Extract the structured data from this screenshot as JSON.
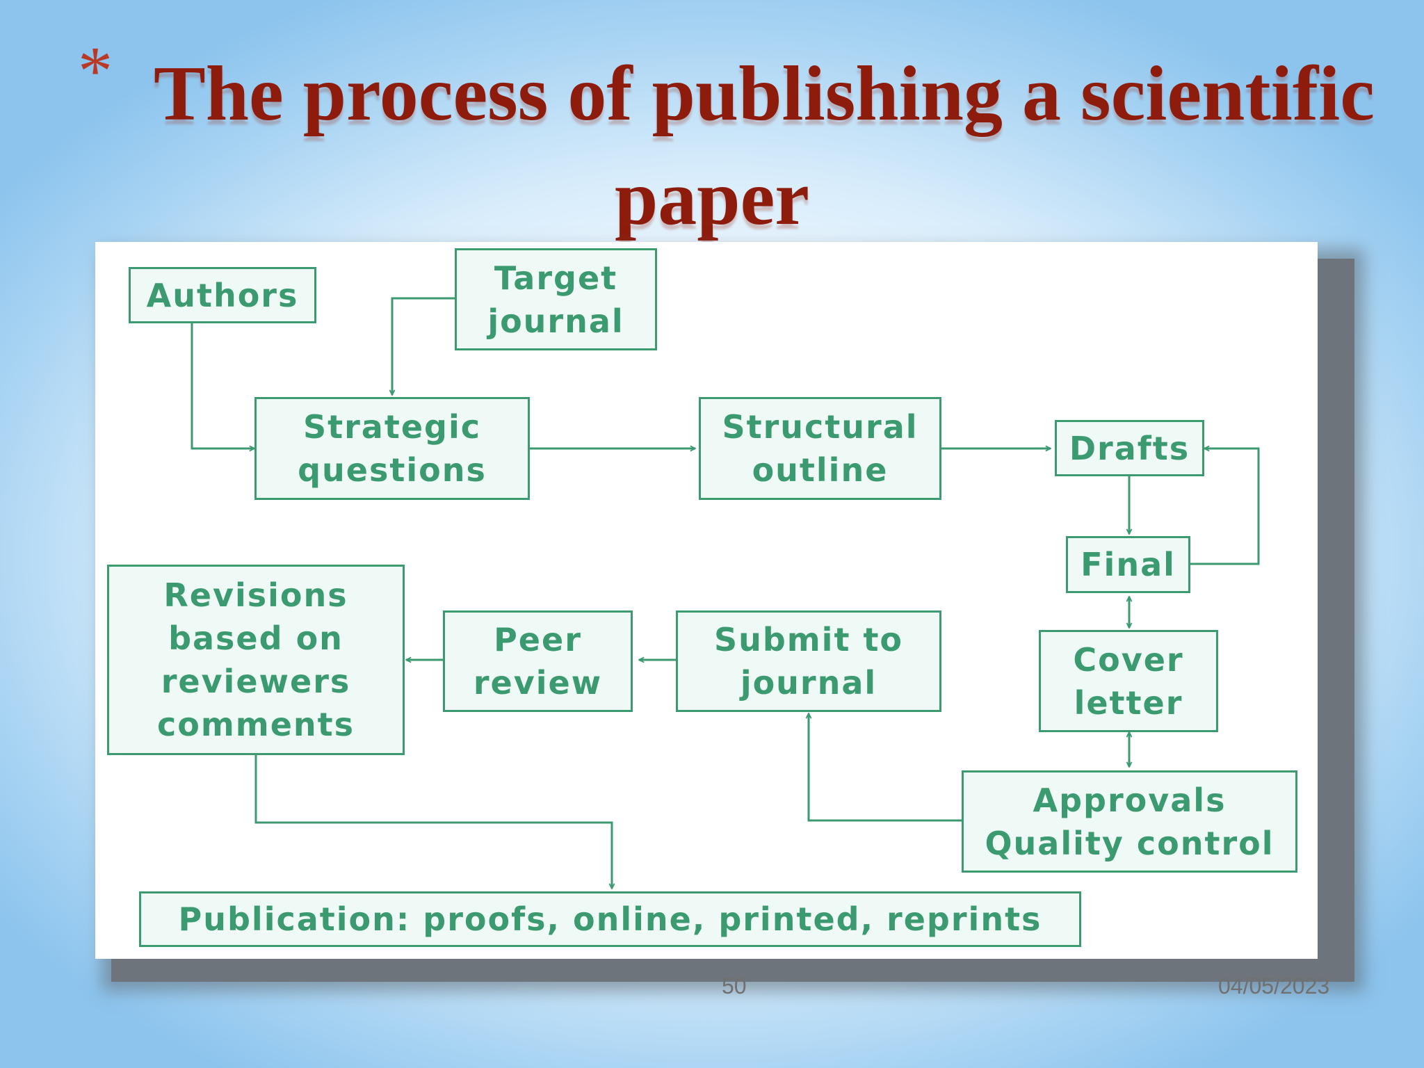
{
  "slide": {
    "bullet": "*",
    "title_line1": "The process of publishing a scientific",
    "title_line2": "paper",
    "page_number": "50",
    "date": "04/05/2023"
  },
  "diagram": {
    "nodes": {
      "authors": [
        "Authors"
      ],
      "target_journal": [
        "Target",
        "journal"
      ],
      "strategic_questions": [
        "Strategic",
        "questions"
      ],
      "structural_outline": [
        "Structural",
        "outline"
      ],
      "drafts": [
        "Drafts"
      ],
      "final": [
        "Final"
      ],
      "cover_letter": [
        "Cover",
        "letter"
      ],
      "approvals": [
        "Approvals",
        "Quality control"
      ],
      "submit": [
        "Submit to",
        "journal"
      ],
      "peer_review": [
        "Peer",
        "review"
      ],
      "revisions": [
        "Revisions",
        "based on",
        "reviewers",
        "comments"
      ],
      "publication": [
        "Publication: proofs, online, printed, reprints"
      ]
    },
    "edges": [
      {
        "from": "authors",
        "to": "strategic_questions"
      },
      {
        "from": "target_journal",
        "to": "strategic_questions"
      },
      {
        "from": "strategic_questions",
        "to": "structural_outline"
      },
      {
        "from": "structural_outline",
        "to": "drafts"
      },
      {
        "from": "drafts",
        "to": "final"
      },
      {
        "from": "final",
        "to": "drafts"
      },
      {
        "from": "final",
        "to": "cover_letter",
        "bidirectional": true
      },
      {
        "from": "cover_letter",
        "to": "approvals",
        "bidirectional": true
      },
      {
        "from": "approvals",
        "to": "submit"
      },
      {
        "from": "submit",
        "to": "peer_review"
      },
      {
        "from": "peer_review",
        "to": "revisions"
      },
      {
        "from": "revisions",
        "to": "publication"
      }
    ],
    "colors": {
      "stroke": "#3c9a70",
      "text": "#3c9a70",
      "fill": "#effaf6"
    }
  }
}
